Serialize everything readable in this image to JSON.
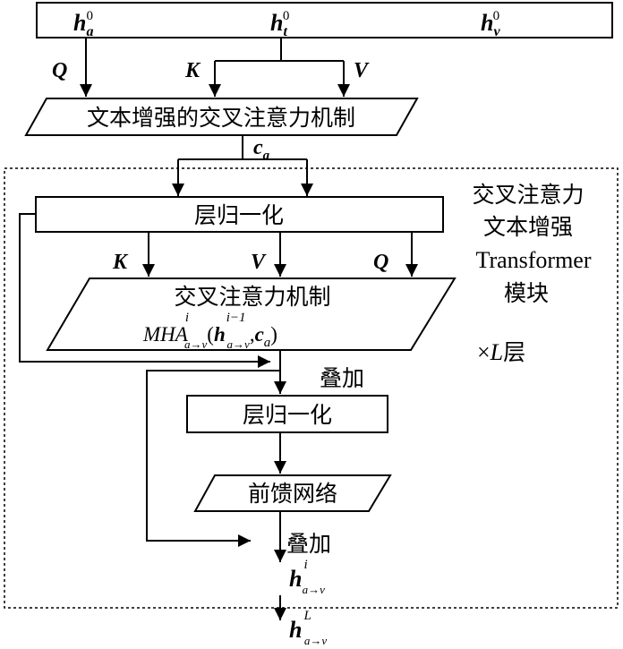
{
  "inputs": {
    "ha": {
      "base": "h",
      "sub": "a",
      "sup": "0"
    },
    "ht": {
      "base": "h",
      "sub": "t",
      "sup": "0"
    },
    "hv": {
      "base": "h",
      "sub": "v",
      "sup": "0"
    }
  },
  "top_arrows": {
    "q": "Q",
    "k": "K",
    "v": "V"
  },
  "text_enhanced_cross_attention": "文本增强的交叉注意力机制",
  "ca": {
    "base": "c",
    "sub": "a"
  },
  "module_title": [
    "交叉注意力",
    "文本增强",
    "Transformer",
    "模块"
  ],
  "repeat_label": {
    "times": "×",
    "L": "L",
    "suffix": "层"
  },
  "layer_norm_1": "层归一化",
  "inner_arrows": {
    "k": "K",
    "v": "V",
    "q": "Q"
  },
  "cross_attention": "交叉注意力机制",
  "mha": {
    "name": "MHA",
    "sup": "i",
    "sub": "a→v",
    "open": "(",
    "h_base": "h",
    "h_sup": "i−1",
    "h_sub": "a→v",
    "comma": ",",
    "c_base": "c",
    "c_sub": "a",
    "close": ")"
  },
  "add_1": "叠加",
  "layer_norm_2": "层归一化",
  "feed_forward": "前馈网络",
  "add_2": "叠加",
  "output_i": {
    "base": "h",
    "sup": "i",
    "sub": "a→v"
  },
  "output_L": {
    "base": "h",
    "sup": "L",
    "sub": "a→v"
  }
}
